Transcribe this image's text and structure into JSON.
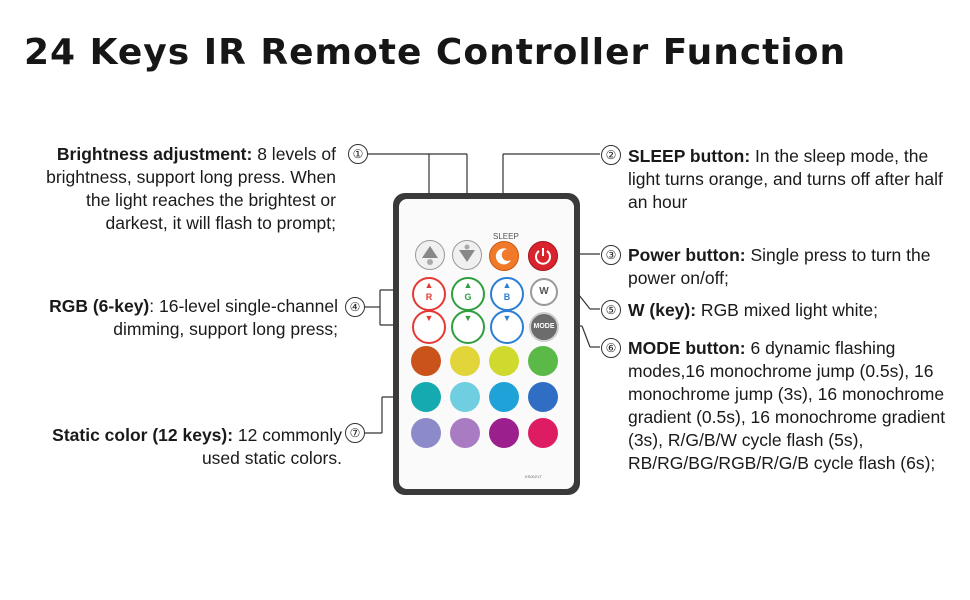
{
  "title": "24 Keys IR Remote Controller Function",
  "callouts": [
    {
      "num": "①",
      "heading": "Brightness adjustment:",
      "text": " 8 levels of brightness, support long press. When the light reaches the brightest or darkest, it will flash to prompt;"
    },
    {
      "num": "②",
      "heading": "SLEEP button:",
      "text": " In the sleep mode, the light turns orange, and turns off after half an hour"
    },
    {
      "num": "③",
      "heading": "Power button:",
      "text": " Single press to turn the power on/off;"
    },
    {
      "num": "④",
      "heading": "RGB (6-key)",
      "text": ": 16-level single-channel dimming, support long press;"
    },
    {
      "num": "⑤",
      "heading": "W (key):",
      "text": " RGB mixed light white;"
    },
    {
      "num": "⑥",
      "heading": "MODE button:",
      "text": " 6 dynamic flashing modes,16 monochrome jump (0.5s), 16 monochrome jump (3s), 16 monochrome gradient (0.5s), 16 monochrome gradient (3s), R/G/B/W cycle flash (5s), RB/RG/BG/RGB/R/G/B cycle flash (6s);"
    },
    {
      "num": "⑦",
      "heading": "Static color (12 keys):",
      "text": " 12 commonly used static colors."
    }
  ],
  "remote": {
    "sleep_label": "SLEEP",
    "w_label": "W",
    "mode_label": "MODE",
    "rgb_labels": [
      "R",
      "G",
      "B"
    ],
    "model_text": "KS0021T",
    "colors": {
      "body": "#3a3a3a",
      "power": "#d9232d",
      "sleep": "#f07a2a",
      "red": "#e53935",
      "green": "#2e9e3f",
      "blue": "#2a7fd4"
    },
    "static_colors": [
      "#c9531b",
      "#e1d53a",
      "#cfd92e",
      "#5ab947",
      "#15aab0",
      "#6fcfe0",
      "#1fa2d8",
      "#2f6ec4",
      "#8d8ac9",
      "#a97bc2",
      "#9b1f8c",
      "#de1c63"
    ]
  }
}
